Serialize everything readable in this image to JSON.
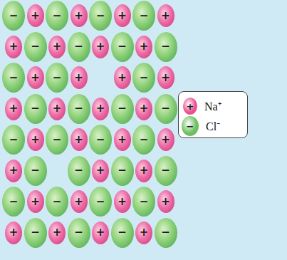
{
  "diagram": {
    "nodes": [
      {
        "text": [
          "−"
        ]
      },
      {
        "text": [
          "+"
        ]
      },
      {
        "text": [
          "−"
        ]
      },
      {
        "text": [
          "+"
        ]
      },
      {
        "text": [
          "−"
        ]
      },
      {
        "text": [
          "+"
        ]
      },
      {
        "text": [
          "−"
        ]
      },
      {
        "text": [
          "+"
        ]
      },
      {
        "text": [
          "+"
        ]
      },
      {
        "text": [
          "−"
        ]
      },
      {
        "text": [
          "+"
        ]
      },
      {
        "text": [
          "−"
        ]
      },
      {
        "text": [
          "+"
        ]
      },
      {
        "text": [
          "−"
        ]
      },
      {
        "text": [
          "+"
        ]
      },
      {
        "text": [
          "−"
        ]
      },
      {
        "text": [
          "−"
        ]
      },
      {
        "text": [
          "+"
        ]
      },
      {
        "text": [
          "−"
        ]
      },
      {
        "text": [
          "+"
        ]
      },
      {
        "text": [
          "+"
        ]
      },
      {
        "text": [
          "−"
        ]
      },
      {
        "text": [
          "+"
        ]
      },
      {
        "text": [
          "+"
        ]
      },
      {
        "text": [
          "−"
        ]
      },
      {
        "text": [
          "+"
        ]
      },
      {
        "text": [
          "−"
        ]
      },
      {
        "text": [
          "+"
        ]
      },
      {
        "text": [
          "−"
        ]
      },
      {
        "text": [
          "+"
        ]
      },
      {
        "text": [
          "−"
        ]
      },
      {
        "text": [
          "−"
        ]
      },
      {
        "text": [
          "+"
        ]
      },
      {
        "text": [
          "−"
        ]
      },
      {
        "text": [
          "+"
        ]
      },
      {
        "text": [
          "−"
        ]
      },
      {
        "text": [
          "+"
        ]
      },
      {
        "text": [
          "−"
        ]
      },
      {
        "text": [
          "+"
        ]
      },
      {
        "text": [
          "+"
        ]
      },
      {
        "text": [
          "−"
        ]
      },
      {
        "text": [
          "−"
        ]
      },
      {
        "text": [
          "+"
        ]
      },
      {
        "text": [
          "−"
        ]
      },
      {
        "text": [
          "+"
        ]
      },
      {
        "text": [
          "−"
        ]
      },
      {
        "text": [
          "−"
        ]
      },
      {
        "text": [
          "+"
        ]
      },
      {
        "text": [
          "−"
        ]
      },
      {
        "text": [
          "+"
        ]
      },
      {
        "text": [
          "−"
        ]
      },
      {
        "text": [
          "+"
        ]
      },
      {
        "text": [
          "−"
        ]
      },
      {
        "text": [
          "+"
        ]
      },
      {
        "text": [
          "+"
        ]
      },
      {
        "text": [
          "−"
        ]
      },
      {
        "text": [
          "+"
        ]
      },
      {
        "text": [
          "−"
        ]
      },
      {
        "text": [
          "+"
        ]
      },
      {
        "text": [
          "−"
        ]
      },
      {
        "text": [
          "+"
        ]
      },
      {
        "text": [
          "−"
        ]
      }
    ],
    "labels": [
      "+",
      "−"
    ],
    "legend": [
      {
        "text": "Na⁺",
        "color": "#e8528f"
      },
      {
        "text": "Cl⁻",
        "color": "#6cc060"
      }
    ]
  }
}
